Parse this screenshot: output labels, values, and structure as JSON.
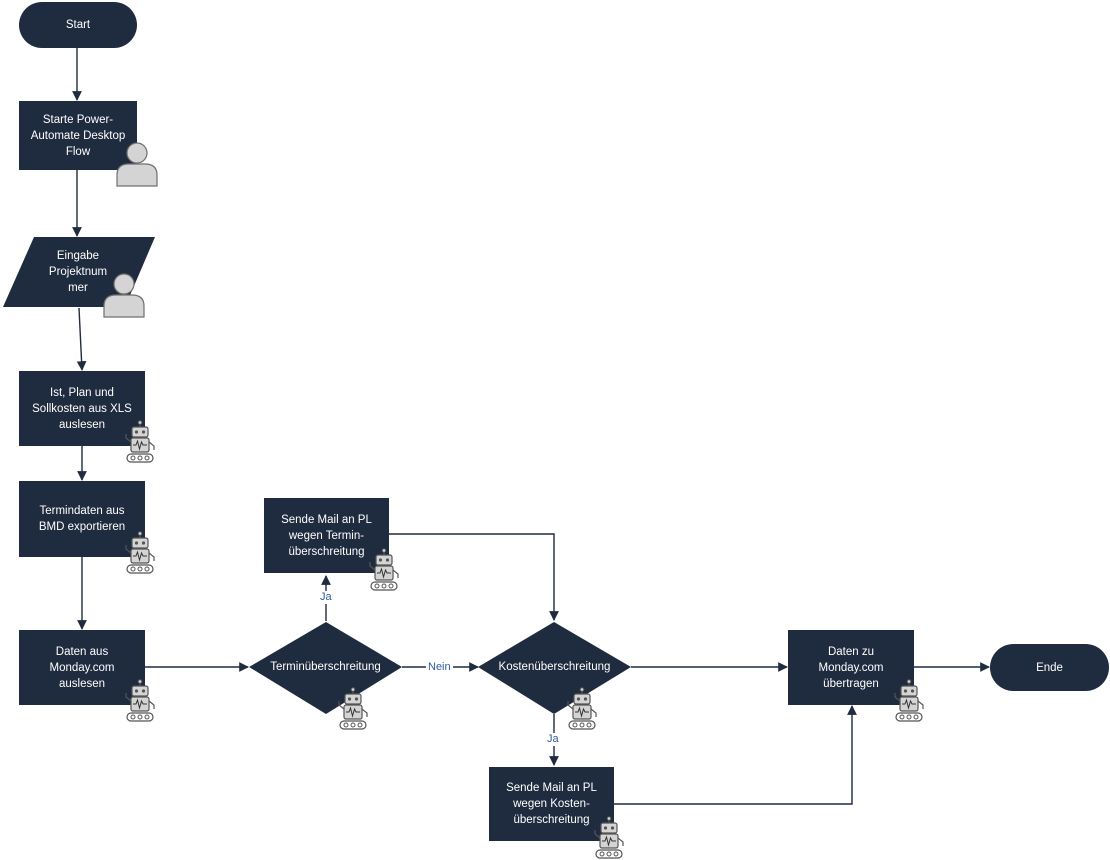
{
  "colors": {
    "node_fill": "#1f2b3e",
    "node_text": "#ffffff",
    "edge": "#1f2b3e",
    "edge_label": "#2f5d9a",
    "icon_fill": "#d4d4d4",
    "icon_stroke": "#6f6f6f"
  },
  "nodes": {
    "start": {
      "label": "Start"
    },
    "starte_flow": {
      "label": "Starte Power-\nAutomate Desktop\nFlow",
      "icon": "user-icon"
    },
    "eingabe": {
      "label": "Eingabe\nProjektnum\nmer",
      "icon": "user-icon"
    },
    "xls": {
      "label": "Ist, Plan und\nSollkosten aus XLS\nauslesen",
      "icon": "robot-icon"
    },
    "bmd": {
      "label": "Termindaten aus\nBMD exportieren",
      "icon": "robot-icon"
    },
    "monday_read": {
      "label": "Daten aus\nMonday.com\nauslesen",
      "icon": "robot-icon"
    },
    "termin_decision": {
      "label": "Terminüberschreitung",
      "icon": "robot-icon"
    },
    "mail_termin": {
      "label": "Sende Mail an PL\nwegen Termin-\nüberschreitung",
      "icon": "robot-icon"
    },
    "kosten_decision": {
      "label": "Kostenüberschreitung",
      "icon": "robot-icon"
    },
    "mail_kosten": {
      "label": "Sende Mail an PL\nwegen Kosten-\nüberschreitung",
      "icon": "robot-icon"
    },
    "monday_write": {
      "label": "Daten zu\nMonday.com\nübertragen",
      "icon": "robot-icon"
    },
    "end": {
      "label": "Ende"
    }
  },
  "edge_labels": {
    "termin_ja": "Ja",
    "termin_nein": "Nein",
    "kosten_ja": "Ja"
  }
}
